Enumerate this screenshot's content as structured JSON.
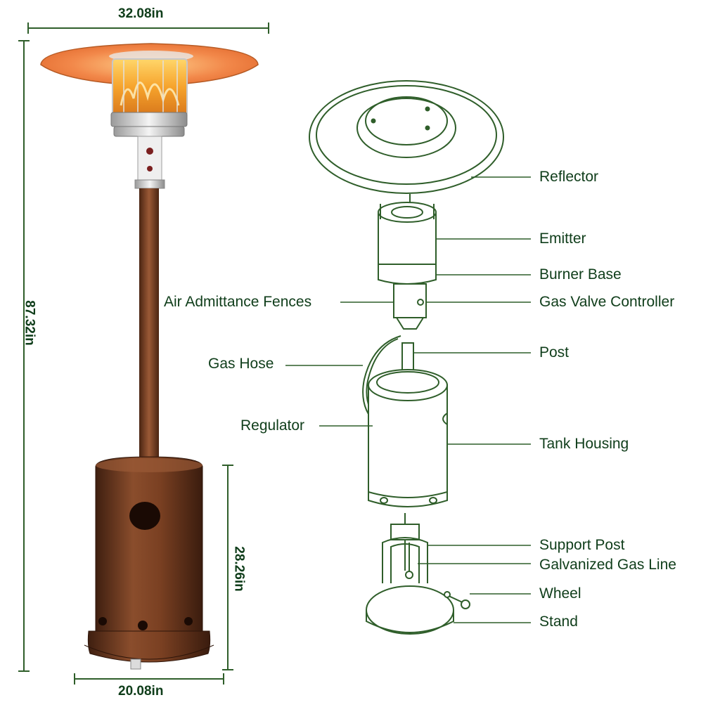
{
  "dimensions": {
    "top_width": "32.08in",
    "height": "87.32in",
    "base_height": "28.26in",
    "base_width": "20.08in"
  },
  "parts": {
    "reflector": "Reflector",
    "emitter": "Emitter",
    "burner_base": "Burner Base",
    "air_admittance_fences": "Air Admittance Fences",
    "gas_valve_controller": "Gas Valve Controller",
    "gas_hose": "Gas Hose",
    "post": "Post",
    "regulator": "Regulator",
    "tank_housing": "Tank Housing",
    "support_post": "Support Post",
    "galvanized_gas_line": "Galvanized Gas Line",
    "wheel": "Wheel",
    "stand": "Stand"
  },
  "colors": {
    "line": "#2f5e2a",
    "label": "#0f3d1a",
    "body": "#6b3a20",
    "reflector_glow": "#f2884a",
    "flame": "#f6b53a"
  }
}
